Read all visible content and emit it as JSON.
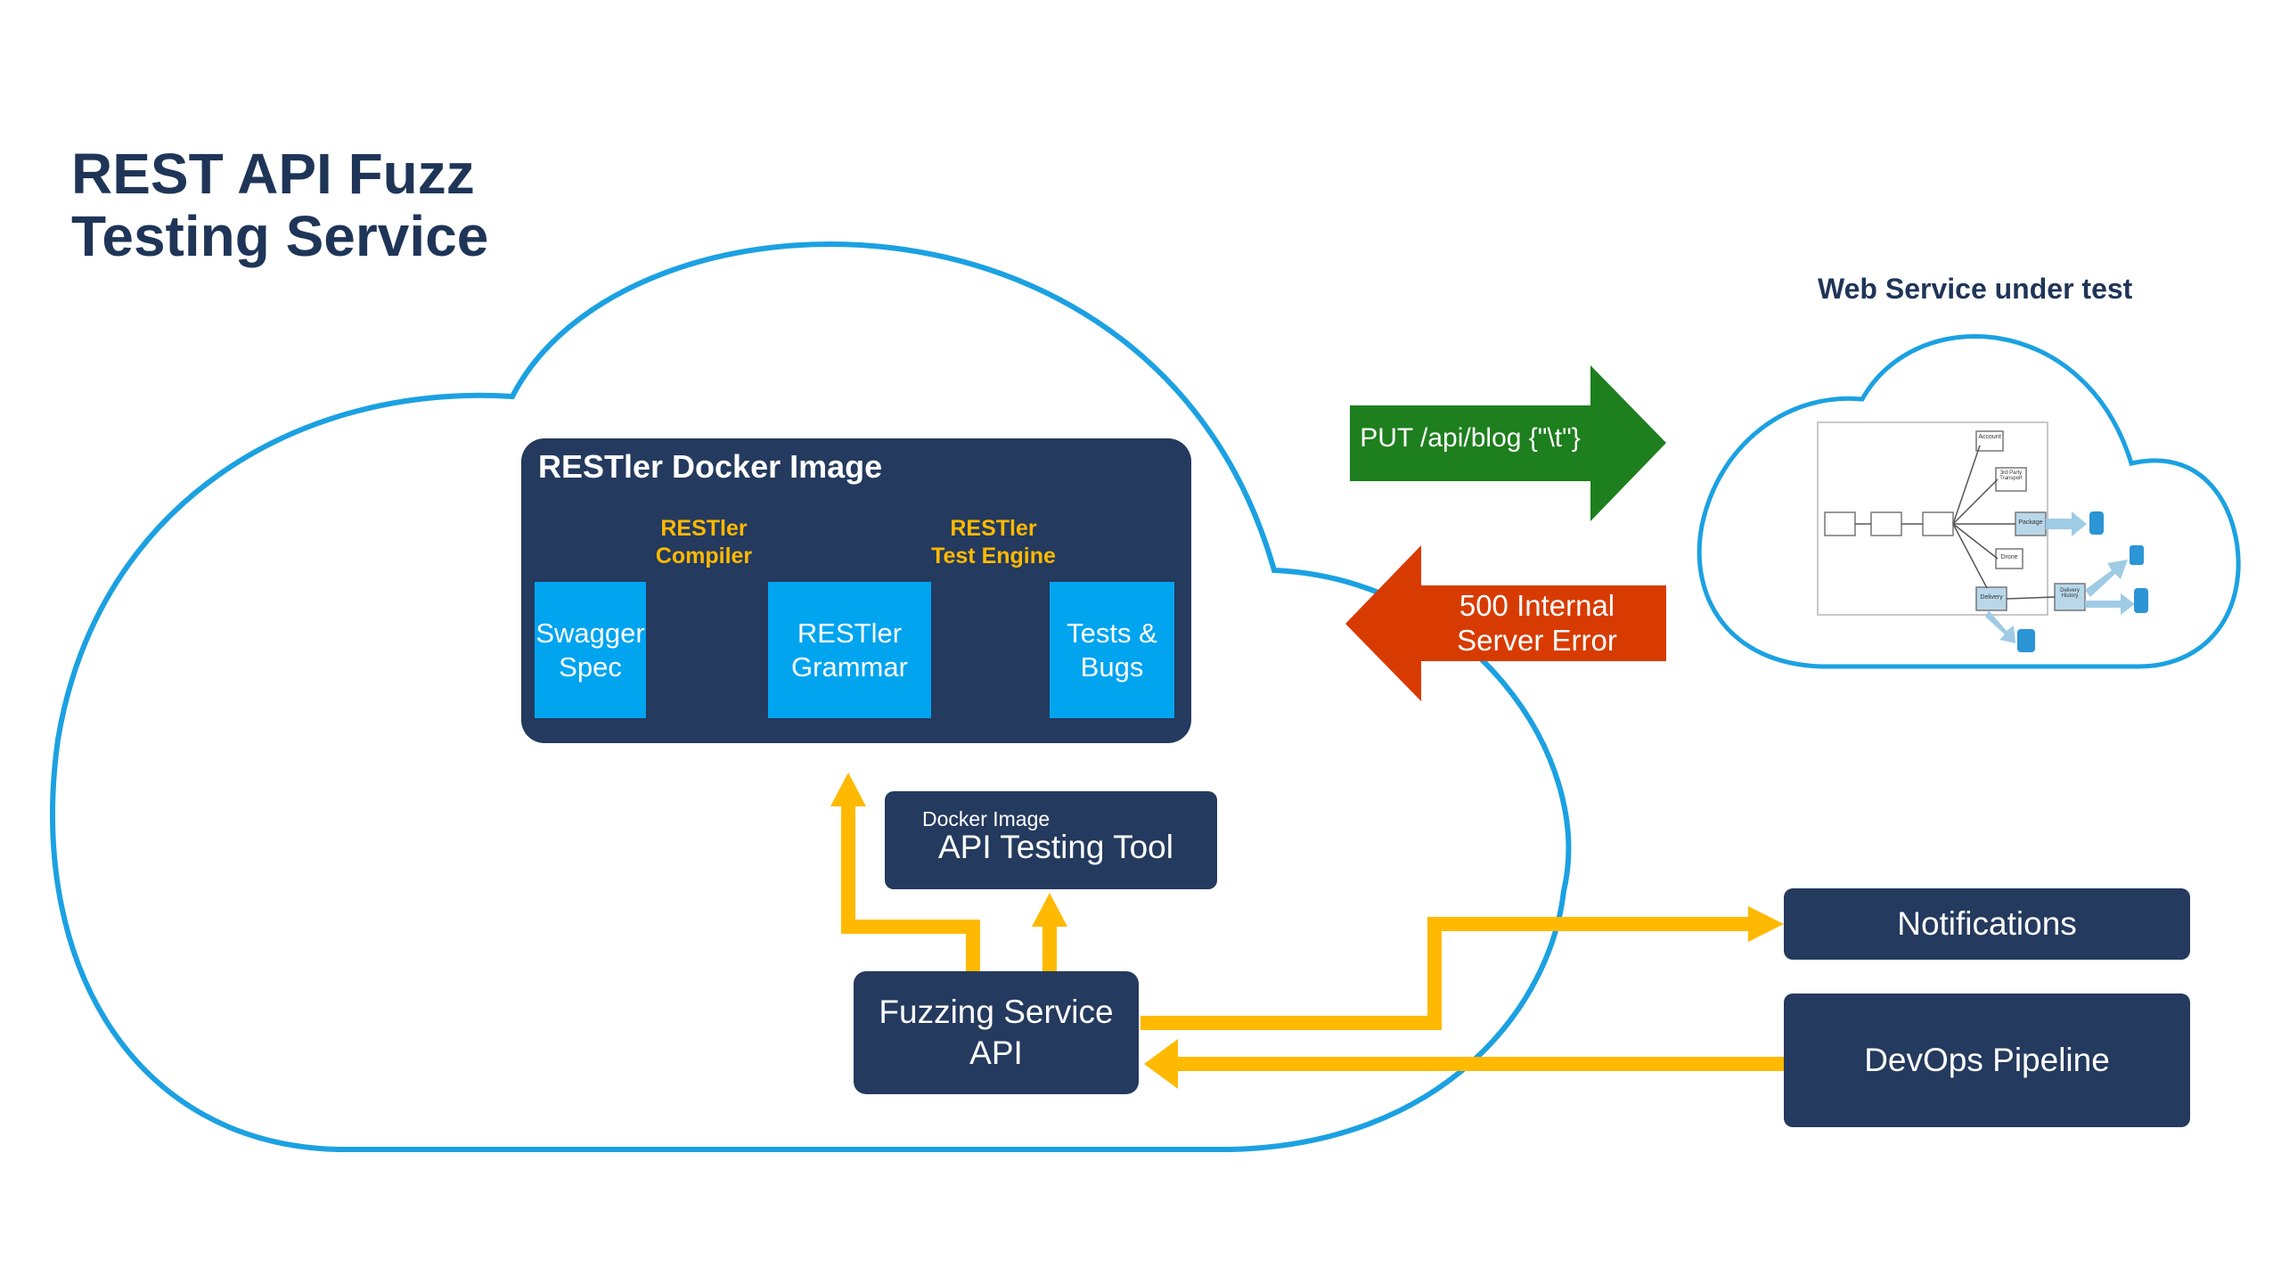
{
  "title": {
    "line1": "REST API Fuzz",
    "line2": "Testing Service"
  },
  "docker_image": {
    "title": "RESTler Docker Image",
    "compiler_label": {
      "line1": "RESTler",
      "line2": "Compiler"
    },
    "engine_label": {
      "line1": "RESTler",
      "line2": "Test Engine"
    },
    "swagger": {
      "line1": "Swagger",
      "line2": "Spec"
    },
    "grammar": {
      "line1": "RESTler",
      "line2": "Grammar"
    },
    "tests": {
      "line1": "Tests &",
      "line2": "Bugs"
    }
  },
  "api_testing_tool": {
    "caption": "Docker Image",
    "label": "API Testing Tool"
  },
  "fuzzing_api": {
    "line1": "Fuzzing Service",
    "line2": "API"
  },
  "request_arrow": {
    "label": "PUT /api/blog {\"\\t\"}",
    "color": "#1e7f1e"
  },
  "response_arrow": {
    "line1": "500 Internal",
    "line2": "Server Error",
    "color": "#d83b01"
  },
  "web_service": {
    "title": "Web Service under test",
    "mini_nodes": [
      "Account",
      "3rd Party Transport",
      "Package",
      "Drone",
      "Delivery",
      "Delivery History"
    ]
  },
  "notifications": "Notifications",
  "devops": "DevOps Pipeline",
  "colors": {
    "navy": "#243a5e",
    "cyan": "#00a4ef",
    "yellow": "#ffb900",
    "cloud": "#1ba1e2",
    "title": "#1f3558"
  }
}
